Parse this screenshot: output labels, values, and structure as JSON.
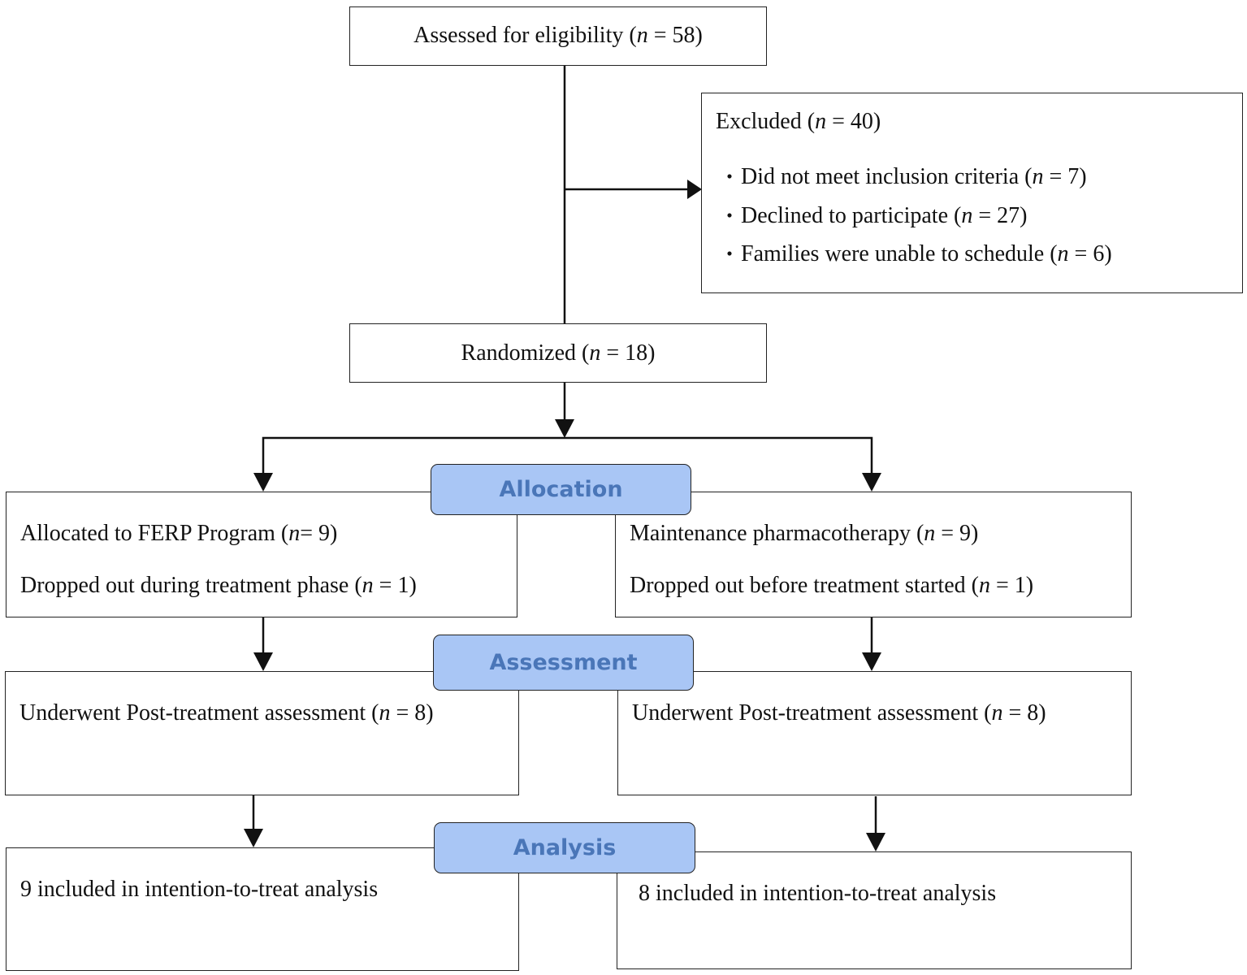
{
  "assessed": {
    "label": "Assessed for eligibility (",
    "n_var": "n",
    "value": " = 58)"
  },
  "excluded": {
    "title": {
      "label": "Excluded (",
      "n_var": "n",
      "value": " = 40)"
    },
    "bullet": "・",
    "items": [
      {
        "label": "Did not meet inclusion criteria (",
        "n_var": "n",
        "value": " = 7)"
      },
      {
        "label": "Declined to participate (",
        "n_var": "n",
        "value": " = 27)"
      },
      {
        "label": "Families were unable to schedule (",
        "n_var": "n",
        "value": " = 6)"
      }
    ]
  },
  "randomized": {
    "label": "Randomized (",
    "n_var": "n",
    "value": " = 18)"
  },
  "stages": {
    "allocation": "Allocation",
    "assessment": "Assessment",
    "analysis": "Analysis"
  },
  "left": {
    "allocated": {
      "label": "Allocated to FERP Program (",
      "n_var": "n",
      "value": "= 9)"
    },
    "dropped": {
      "label": "Dropped out during treatment phase (",
      "n_var": "n",
      "value": " = 1)"
    },
    "post": {
      "label": "Underwent Post-treatment assessment (",
      "n_var": "n",
      "value": " = 8)"
    },
    "analysis": "9 included in intention-to-treat analysis"
  },
  "right": {
    "allocated": {
      "label": "Maintenance pharmacotherapy (",
      "n_var": "n",
      "value": " = 9)"
    },
    "dropped": {
      "label": "Dropped out before treatment started (",
      "n_var": "n",
      "value": " = 1)"
    },
    "post": {
      "label": "Underwent Post-treatment assessment (",
      "n_var": "n",
      "value": " = 8)"
    },
    "analysis": "8 included in intention-to-treat analysis"
  }
}
